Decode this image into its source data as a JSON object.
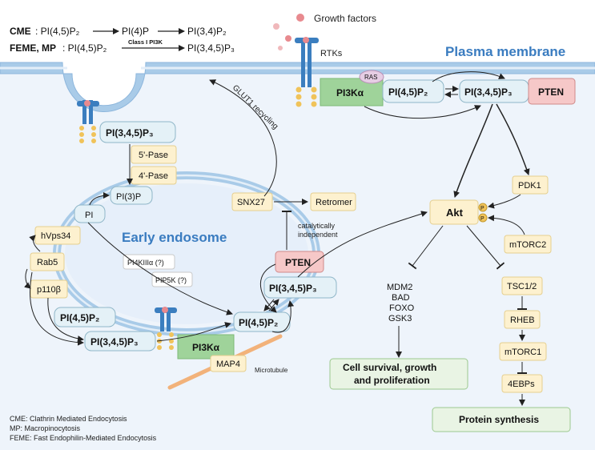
{
  "header": {
    "cme_label": "CME",
    "cme_pathway": ": PI(4,5)P₂",
    "cme_step2": "PI(4)P",
    "cme_step3": "PI(3,4)P₂",
    "feme_label": "FEME, MP",
    "feme_pathway": ": PI(4,5)P₂",
    "feme_enzyme": "Class I PI3K",
    "feme_product": "PI(3,4,5)P₃"
  },
  "legend_top": {
    "growth_factors": "Growth factors",
    "rtks": "RTKs"
  },
  "membrane_label": "Plasma membrane",
  "endosome_label": "Early endosome",
  "membrane_complex": {
    "ras": "RAS",
    "pi3k": "PI3Kα",
    "pip2": "PI(4,5)P₂",
    "pip3": "PI(3,4,5)P₃",
    "pten": "PTEN"
  },
  "endocytic": {
    "pip3": "PI(3,4,5)P₃",
    "ptase5": "5'-Pase",
    "ptase4": "4'-Pase",
    "pi3p": "PI(3)P",
    "pi": "PI",
    "hvps34": "hVps34",
    "rab5": "Rab5",
    "p110b": "p110β",
    "pip2_left": "PI(4,5)P₂",
    "pip3_left": "PI(3,4,5)P₃",
    "pi4kiii": "PI4KIIIα (?)",
    "pip5k": "PIP5K (?)",
    "pi3ka_bottom": "PI3Kα",
    "map4": "MAP4",
    "microtubule": "Microtubule",
    "pten_endo": "PTEN",
    "pip3_endo": "PI(3,4,5)P₃",
    "pip2_endo": "PI(4,5)P₂",
    "snx27": "SNX27",
    "retromer": "Retromer",
    "glut1": "GLUT1 recycling",
    "catalytic": [
      "catalytically",
      "independent"
    ]
  },
  "signaling": {
    "akt": "Akt",
    "pdk1": "PDK1",
    "mtorc2": "mTORC2",
    "p_badge": "P",
    "inhibited_targets": [
      "MDM2",
      "BAD",
      "FOXO",
      "GSK3"
    ],
    "tsc": "TSC1/2",
    "rheb": "RHEB",
    "mtorc1": "mTORC1",
    "ebps": "4EBPs",
    "cell_survival": [
      "Cell survival, growth",
      "and proliferation"
    ],
    "protein_synthesis": "Protein synthesis"
  },
  "footnotes": [
    "CME: Clathrin Mediated Endocytosis",
    "MP: Macropinocytosis",
    "FEME: Fast Endophilin-Mediated Endocytosis"
  ],
  "colors": {
    "membrane": "#a9cbe8",
    "cytoplasm": "#eef4fb",
    "pip_box": "#e4f1f7",
    "enzyme_box": "#fdf1cf",
    "pten_box": "#f6c8c8",
    "pi3k_green": "#9fd39a",
    "outcome_box": "#e9f4e4",
    "membrane_text": "#3a7cc0"
  }
}
